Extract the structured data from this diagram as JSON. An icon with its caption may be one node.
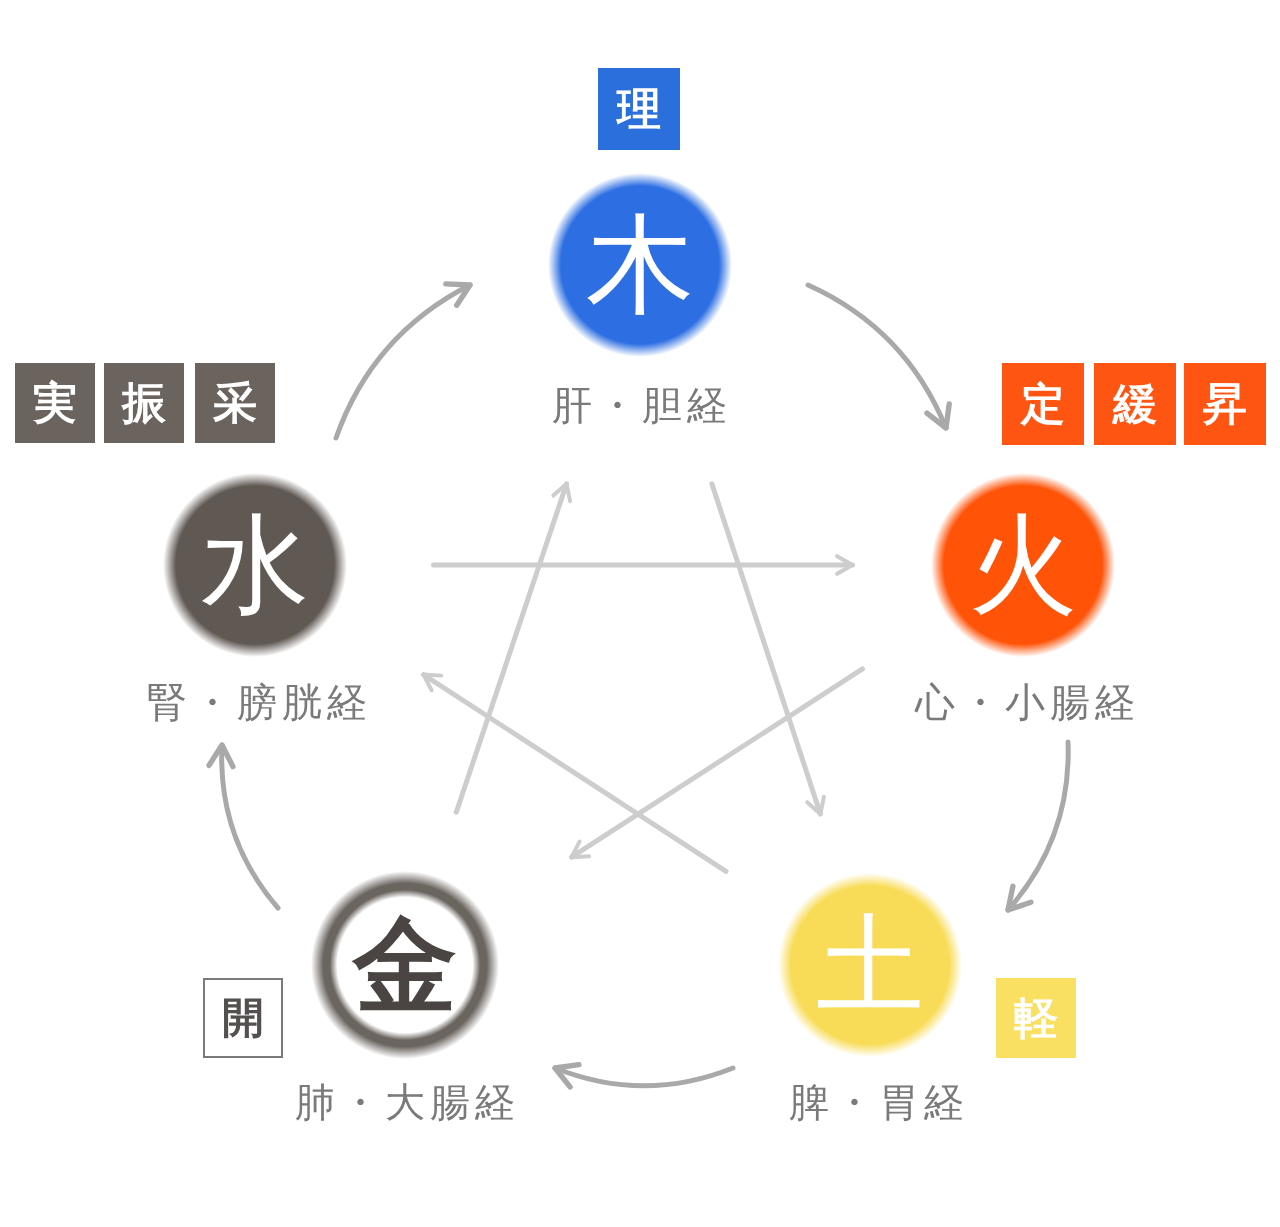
{
  "diagram": {
    "nodes": [
      {
        "text": [
          "理"
        ]
      },
      {
        "text": [
          "木"
        ],
        "beside": [
          "肝・胆経"
        ]
      },
      {
        "text": [
          "実"
        ]
      },
      {
        "text": [
          "振"
        ]
      },
      {
        "text": [
          "采"
        ]
      },
      {
        "text": [
          "定"
        ]
      },
      {
        "text": [
          "緩"
        ]
      },
      {
        "text": [
          "昇"
        ]
      },
      {
        "text": [
          "水"
        ],
        "beside": [
          "腎・膀胱経"
        ]
      },
      {
        "text": [
          "火"
        ],
        "beside": [
          "心・小腸経"
        ]
      },
      {
        "text": [
          "金"
        ],
        "beside": [
          "肺・大腸経"
        ]
      },
      {
        "text": [
          "土"
        ],
        "beside": [
          "脾・胃経"
        ]
      },
      {
        "text": [
          "開"
        ]
      },
      {
        "text": [
          "軽"
        ]
      }
    ],
    "edges": [
      {
        "from": 8,
        "to": 1,
        "arrow": "to"
      },
      {
        "from": 1,
        "to": 9,
        "arrow": "to"
      },
      {
        "from": 9,
        "to": 11,
        "arrow": "to"
      },
      {
        "from": 11,
        "to": 10,
        "arrow": "to"
      },
      {
        "from": 10,
        "to": 8,
        "arrow": "to"
      },
      {
        "from": 8,
        "to": 9,
        "arrow": "to",
        "color": "#cdcdcd"
      },
      {
        "from": 1,
        "to": 11,
        "arrow": "to",
        "color": "#cdcdcd"
      },
      {
        "from": 9,
        "to": 10,
        "arrow": "to",
        "color": "#cdcdcd"
      },
      {
        "from": 11,
        "to": 8,
        "arrow": "to",
        "color": "#cdcdcd"
      },
      {
        "from": 10,
        "to": 1,
        "arrow": "to",
        "color": "#cdcdcd"
      }
    ]
  }
}
